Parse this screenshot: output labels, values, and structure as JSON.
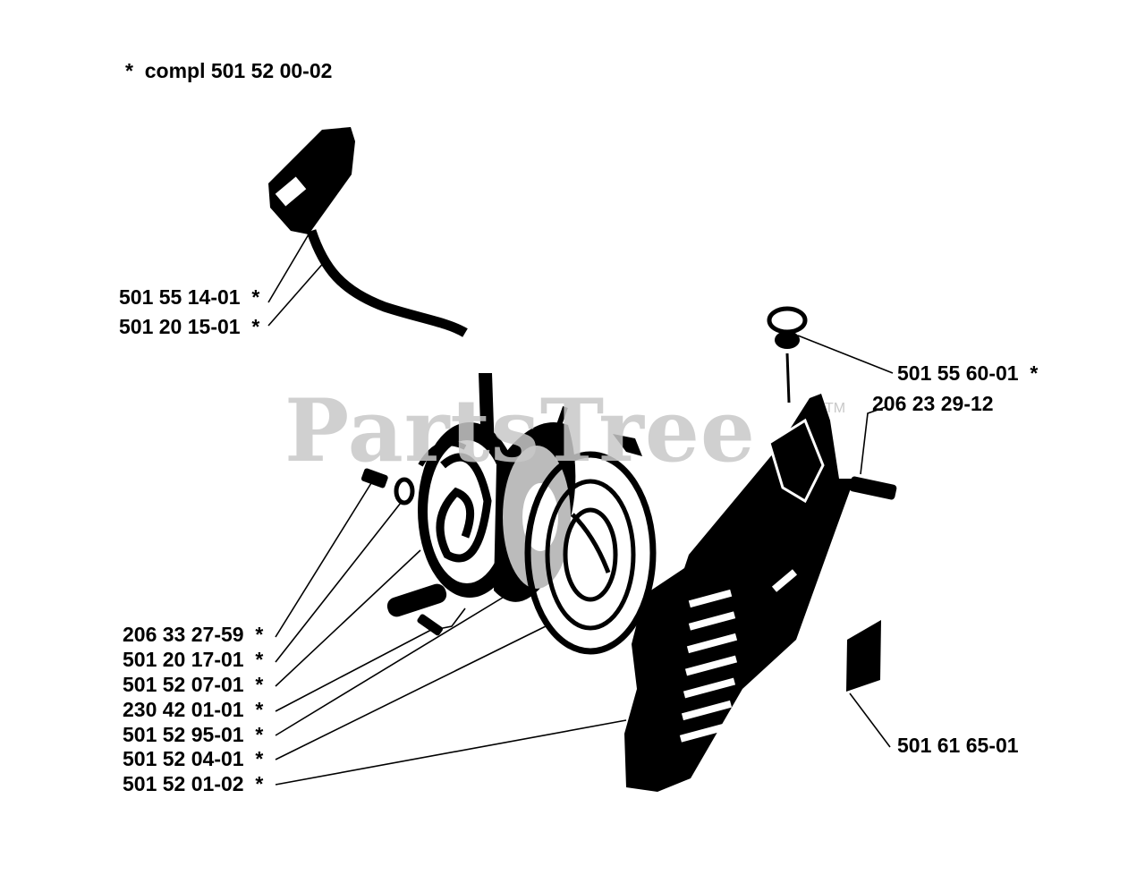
{
  "note": "*  compl 501 52 00-02",
  "watermark": "PartsTree",
  "watermark_tm": "TM",
  "parts": [
    {
      "id": "p1",
      "number": "501 55 14-01",
      "star": "*"
    },
    {
      "id": "p2",
      "number": "501 20 15-01",
      "star": "*"
    },
    {
      "id": "p3",
      "number": "501 55 60-01",
      "star": "*"
    },
    {
      "id": "p4",
      "number": "206 23 29-12",
      "star": ""
    },
    {
      "id": "p5",
      "number": "206 33 27-59",
      "star": "*"
    },
    {
      "id": "p6",
      "number": "501 20 17-01",
      "star": "*"
    },
    {
      "id": "p7",
      "number": "501 52 07-01",
      "star": "*"
    },
    {
      "id": "p8",
      "number": "230 42 01-01",
      "star": "*"
    },
    {
      "id": "p9",
      "number": "501 52 95-01",
      "star": "*"
    },
    {
      "id": "p10",
      "number": "501 52 04-01",
      "star": "*"
    },
    {
      "id": "p11",
      "number": "501 52 01-02",
      "star": "*"
    },
    {
      "id": "p12",
      "number": "501 61 65-01",
      "star": ""
    }
  ]
}
